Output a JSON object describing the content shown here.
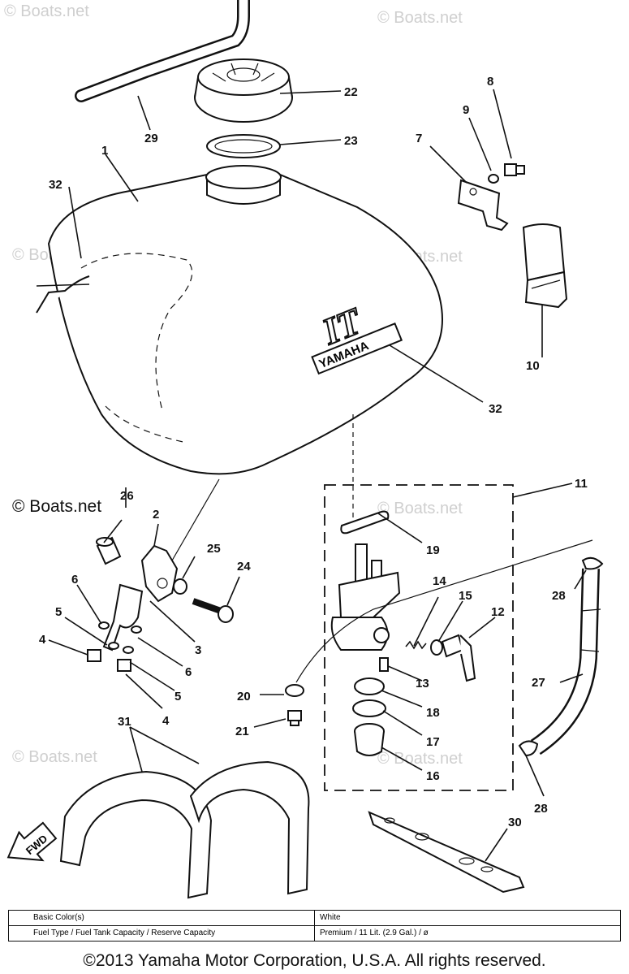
{
  "watermarks": [
    "© Boats.net",
    "© Boats.net",
    "© Boats.net",
    "© Boats.net",
    "© Boats.net",
    "© Boats.net",
    "© Boats.net"
  ],
  "emphasized_watermark": "© Boats.net",
  "tank_badge": "YAMAHA",
  "tank_logo": "IT",
  "fwd_label": "FWD",
  "callouts": [
    "1",
    "2",
    "3",
    "4",
    "4",
    "5",
    "5",
    "6",
    "6",
    "7",
    "8",
    "9",
    "10",
    "11",
    "12",
    "13",
    "14",
    "15",
    "16",
    "17",
    "18",
    "19",
    "20",
    "21",
    "22",
    "23",
    "24",
    "25",
    "26",
    "27",
    "28",
    "28",
    "29",
    "30",
    "31",
    "32",
    "32"
  ],
  "spec_table": [
    {
      "label": "Basic Color(s)",
      "value": "White"
    },
    {
      "label": "Fuel Type / Fuel Tank Capacity / Reserve Capacity",
      "value": "Premium / 11 Lit. (2.9 Gal.) / ø"
    }
  ],
  "copyright": "©2013 Yamaha Motor Corporation, U.S.A. All rights reserved."
}
